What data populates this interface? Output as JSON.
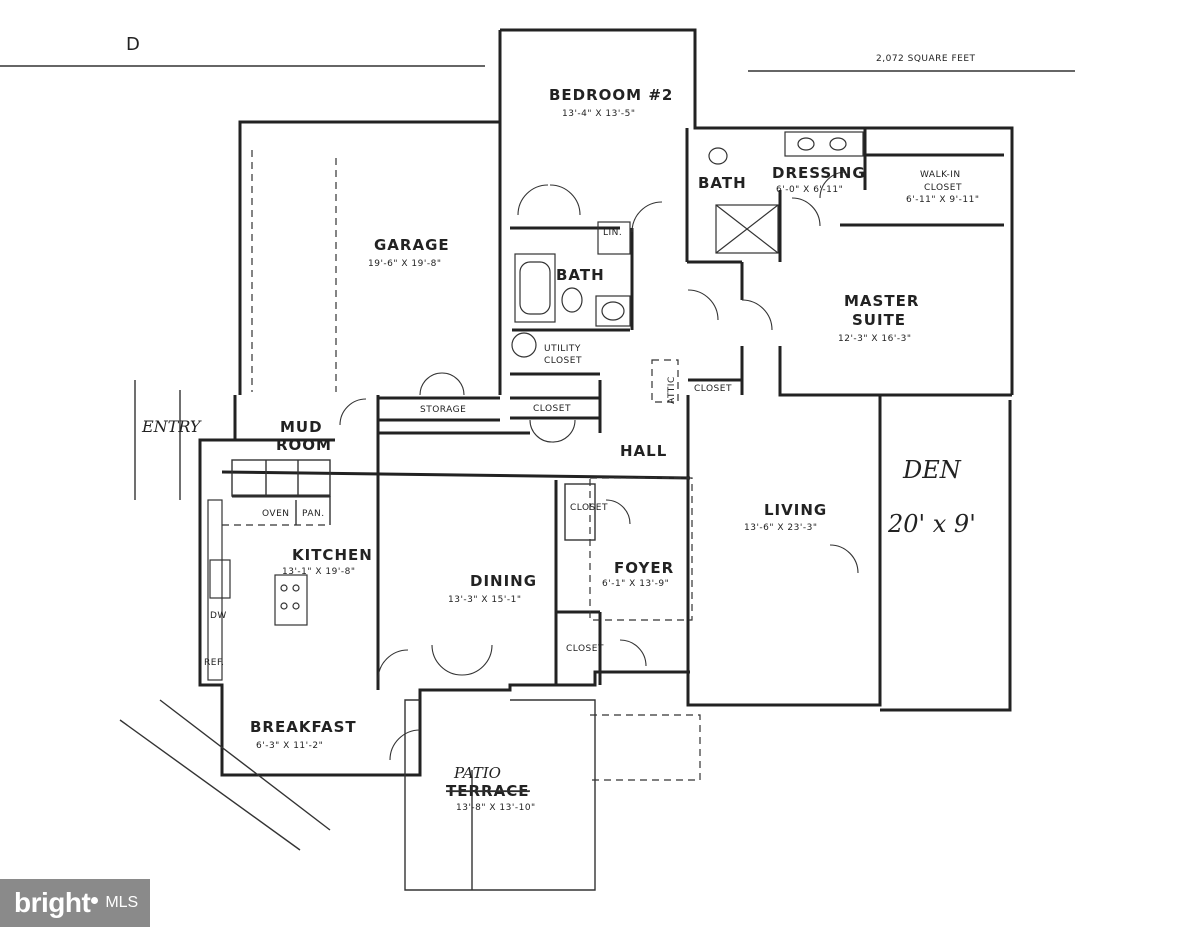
{
  "header": {
    "square_feet": "2,072 SQUARE FEET",
    "corner_mark": "D"
  },
  "rooms": {
    "bedroom2": {
      "name": "BEDROOM #2",
      "dims": "13'-4\" X 13'-5\""
    },
    "garage": {
      "name": "GARAGE",
      "dims": "19'-6\" X 19'-8\""
    },
    "bath1": {
      "name": "BATH"
    },
    "bath2": {
      "name": "BATH"
    },
    "dressing": {
      "name": "DRESSING",
      "dims": "6'-0\" X 6'-11\""
    },
    "walkin": {
      "name_line1": "WALK-IN",
      "name_line2": "CLOSET",
      "dims": "6'-11\" X 9'-11\""
    },
    "master": {
      "name_line1": "MASTER",
      "name_line2": "SUITE",
      "dims": "12'-3\" X 16'-3\""
    },
    "utility": {
      "name_line1": "UTILITY",
      "name_line2": "CLOSET"
    },
    "storage": {
      "name": "STORAGE"
    },
    "mud": {
      "name_line1": "MUD",
      "name_line2": "ROOM"
    },
    "kitchen": {
      "name": "KITCHEN",
      "dims": "13'-1\" X 19'-8\""
    },
    "dining": {
      "name": "DINING",
      "dims": "13'-3\" X 15'-1\""
    },
    "foyer": {
      "name": "FOYER",
      "dims": "6'-1\" X 13'-9\""
    },
    "living": {
      "name": "LIVING",
      "dims": "13'-6\" X 23'-3\""
    },
    "breakfast": {
      "name": "BREAKFAST",
      "dims": "6'-3\" X 11'-2\""
    },
    "terrace": {
      "name": "TERRACE",
      "handwritten": "PATIO",
      "dims": "13'-8\" X 13'-10\""
    },
    "den": {
      "name": "DEN",
      "dims": "20' x 9'"
    },
    "hall": {
      "name": "HALL"
    },
    "attic": {
      "name": "ATTIC"
    }
  },
  "labels": {
    "lin": "LIN.",
    "closet": "CLOSET",
    "oven": "OVEN",
    "pan": "PAN.",
    "dw": "DW",
    "ref": "REF.",
    "entry": "ENTRY"
  },
  "watermark": {
    "brand": "bright",
    "suffix": "MLS"
  }
}
